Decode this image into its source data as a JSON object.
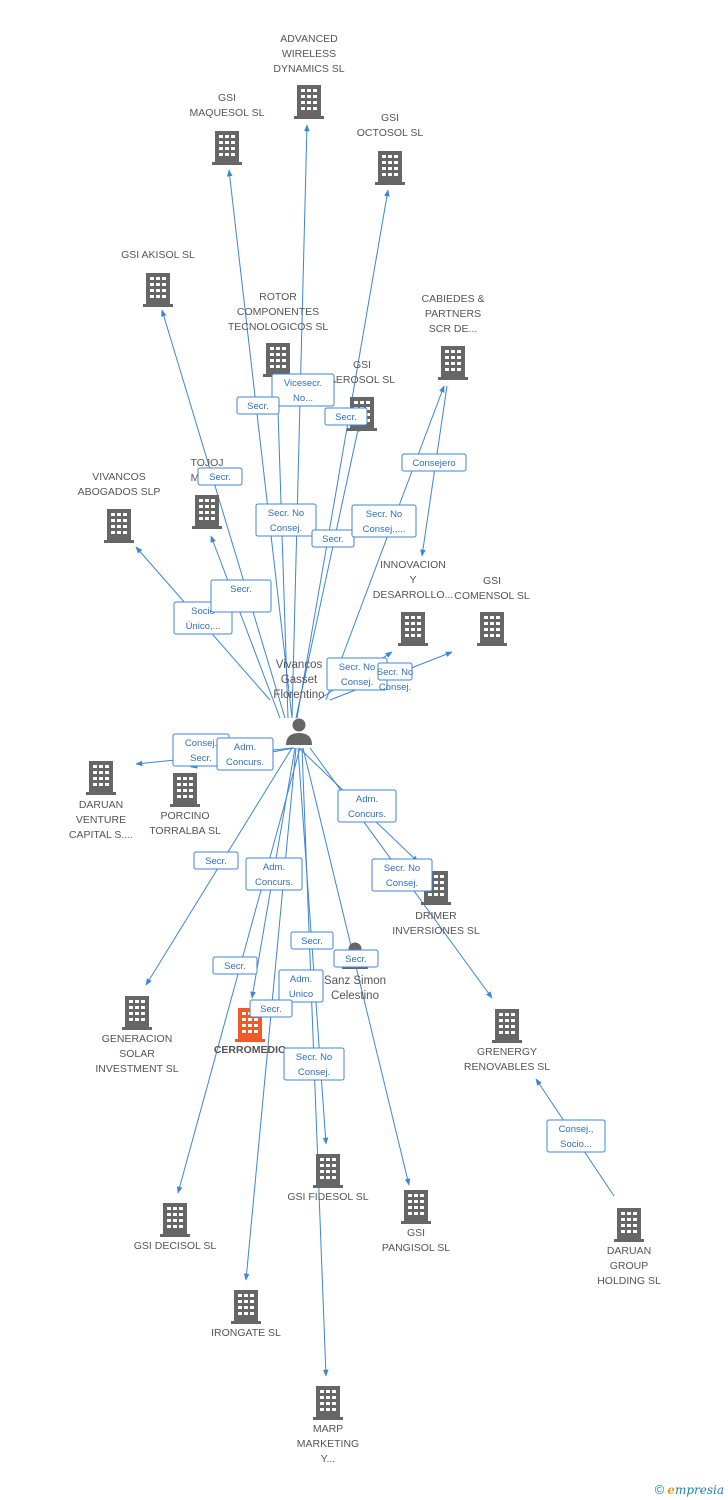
{
  "colors": {
    "edge": "#3d85d8",
    "building": "#666666",
    "building_main": "#f05a28",
    "label": "#555555"
  },
  "companies": [
    {
      "id": "advanced",
      "lines": [
        "ADVANCED",
        "WIRELESS",
        "DYNAMICS SL"
      ]
    },
    {
      "id": "maquesol",
      "lines": [
        "GSI",
        "MAQUESOL SL"
      ]
    },
    {
      "id": "octosol",
      "lines": [
        "GSI",
        "OCTOSOL SL"
      ]
    },
    {
      "id": "akisol",
      "lines": [
        "GSI AKISOL SL"
      ]
    },
    {
      "id": "rotor",
      "lines": [
        "ROTOR",
        "COMPONENTES",
        "TECNOLOGICOS SL"
      ]
    },
    {
      "id": "cabiedes",
      "lines": [
        "CABIEDES &",
        "PARTNERS",
        "SCR DE..."
      ]
    },
    {
      "id": "aerosol",
      "lines": [
        "GSI",
        "AEROSOL SL"
      ]
    },
    {
      "id": "tojo",
      "lines": [
        "TOJOJ",
        "MOB..."
      ]
    },
    {
      "id": "vivabog",
      "lines": [
        "VIVANCOS",
        "ABOGADOS SLP"
      ]
    },
    {
      "id": "innovacion",
      "lines": [
        "INNOVACION",
        "Y",
        "DESARROLLO..."
      ]
    },
    {
      "id": "comensol",
      "lines": [
        "GSI",
        "COMENSOL SL"
      ]
    },
    {
      "id": "daruan_vc",
      "lines": [
        "DARUAN",
        "VENTURE",
        "CAPITAL S...."
      ]
    },
    {
      "id": "porcino",
      "lines": [
        "PORCINO",
        "TORRALBA SL"
      ]
    },
    {
      "id": "drimer",
      "lines": [
        "DRIMER",
        "INVERSIONES SL"
      ]
    },
    {
      "id": "generacion",
      "lines": [
        "GENERACION",
        "SOLAR",
        "INVESTMENT SL"
      ]
    },
    {
      "id": "cerromedio",
      "lines": [
        "CERROMEDIO"
      ],
      "main": true
    },
    {
      "id": "grenergy",
      "lines": [
        "GRENERGY",
        "RENOVABLES SL"
      ]
    },
    {
      "id": "fidesol",
      "lines": [
        "GSI FIDESOL SL"
      ]
    },
    {
      "id": "decisol",
      "lines": [
        "GSI DECISOL SL"
      ]
    },
    {
      "id": "pangisol",
      "lines": [
        "GSI",
        "PANGISOL SL"
      ]
    },
    {
      "id": "daruan_gh",
      "lines": [
        "DARUAN",
        "GROUP",
        "HOLDING SL"
      ]
    },
    {
      "id": "irongate",
      "lines": [
        "IRONGATE SL"
      ]
    },
    {
      "id": "marp",
      "lines": [
        "MARP",
        "MARKETING",
        "Y..."
      ]
    }
  ],
  "persons": [
    {
      "id": "vivancos",
      "lines": [
        "Vivancos",
        "Gasset",
        "Florentino"
      ]
    },
    {
      "id": "sanz",
      "lines": [
        "Sanz Simon",
        "Celestino"
      ]
    }
  ],
  "badges": [
    {
      "id": "b1",
      "lines": [
        "Vicesecr.",
        "No..."
      ]
    },
    {
      "id": "b2",
      "lines": [
        "Secr."
      ]
    },
    {
      "id": "b3",
      "lines": [
        "Secr."
      ]
    },
    {
      "id": "b4",
      "lines": [
        "Consejero"
      ]
    },
    {
      "id": "b5",
      "lines": [
        "Secr."
      ]
    },
    {
      "id": "b6",
      "lines": [
        "Secr.",
        "No",
        "Consej."
      ]
    },
    {
      "id": "b7",
      "lines": [
        "Secr."
      ]
    },
    {
      "id": "b8",
      "lines": [
        "Secr.",
        "No",
        "Consej.,..."
      ]
    },
    {
      "id": "b9",
      "lines": [
        "Secr.",
        "No",
        "Consej."
      ]
    },
    {
      "id": "b10",
      "lines": [
        "Socio",
        "Único,..."
      ]
    },
    {
      "id": "b11",
      "lines": [
        "Secr."
      ]
    },
    {
      "id": "b12",
      "lines": [
        "Secr.",
        "No",
        "Consej."
      ]
    },
    {
      "id": "b13",
      "lines": [
        "Consej.",
        "Secr."
      ]
    },
    {
      "id": "b14",
      "lines": [
        "Adm.",
        "Concurs."
      ]
    },
    {
      "id": "b15",
      "lines": [
        "Adm.",
        "Concurs."
      ]
    },
    {
      "id": "b16",
      "lines": [
        "Secr."
      ]
    },
    {
      "id": "b17",
      "lines": [
        "Adm.",
        "Concurs."
      ]
    },
    {
      "id": "b18",
      "lines": [
        "Secr.",
        "No",
        "Consej."
      ]
    },
    {
      "id": "b19",
      "lines": [
        "Secr."
      ]
    },
    {
      "id": "b20",
      "lines": [
        "Secr."
      ]
    },
    {
      "id": "b21",
      "lines": [
        "Secr."
      ]
    },
    {
      "id": "b22",
      "lines": [
        "Adm.",
        "Unico"
      ]
    },
    {
      "id": "b23",
      "lines": [
        "Secr."
      ]
    },
    {
      "id": "b24",
      "lines": [
        "Secr.",
        "No",
        "Consej."
      ]
    },
    {
      "id": "b25",
      "lines": [
        "Consej.,",
        "Socio..."
      ]
    }
  ],
  "footer": {
    "copyright": "©",
    "brand_e": "e",
    "brand_rest": "mpresia"
  }
}
